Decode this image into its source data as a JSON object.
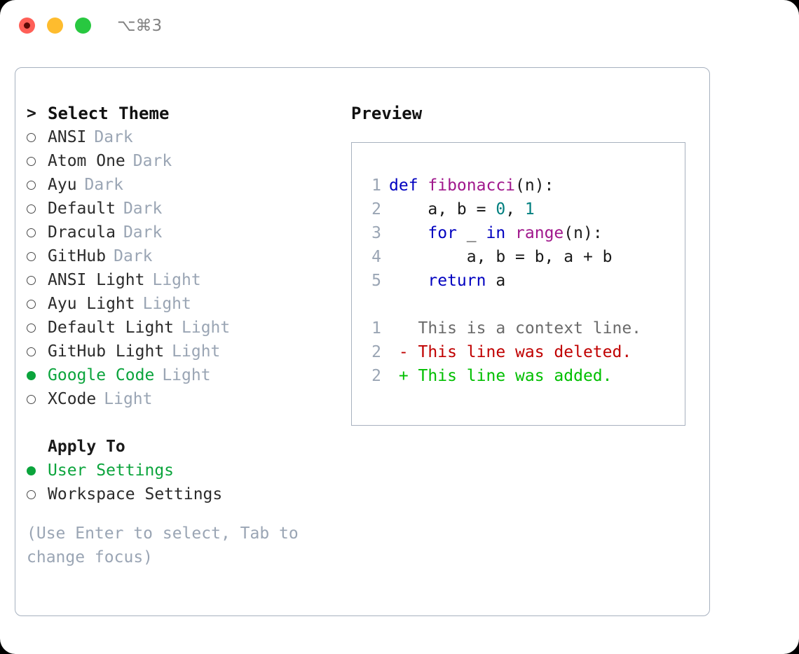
{
  "titlebar": {
    "shortcut": "⌥⌘3",
    "buttons": [
      {
        "name": "close",
        "color": "#ff5f57"
      },
      {
        "name": "minimize",
        "color": "#febc2e"
      },
      {
        "name": "zoom",
        "color": "#28c840"
      }
    ]
  },
  "theme_picker": {
    "title": "Select Theme",
    "prompt_marker": ">",
    "selected_color": "#0ba43c",
    "variant_color": "#9aa5b4",
    "items": [
      {
        "name": "ANSI",
        "variant": "Dark",
        "selected": false
      },
      {
        "name": "Atom One",
        "variant": "Dark",
        "selected": false
      },
      {
        "name": "Ayu",
        "variant": "Dark",
        "selected": false
      },
      {
        "name": "Default",
        "variant": "Dark",
        "selected": false
      },
      {
        "name": "Dracula",
        "variant": "Dark",
        "selected": false
      },
      {
        "name": "GitHub",
        "variant": "Dark",
        "selected": false
      },
      {
        "name": "ANSI Light",
        "variant": "Light",
        "selected": false
      },
      {
        "name": "Ayu Light",
        "variant": "Light",
        "selected": false
      },
      {
        "name": "Default Light",
        "variant": "Light",
        "selected": false
      },
      {
        "name": "GitHub Light",
        "variant": "Light",
        "selected": false
      },
      {
        "name": "Google Code",
        "variant": "Light",
        "selected": true
      },
      {
        "name": "XCode",
        "variant": "Light",
        "selected": false
      }
    ]
  },
  "apply_to": {
    "title": "Apply To",
    "options": [
      {
        "label": "User Settings",
        "selected": true
      },
      {
        "label": "Workspace Settings",
        "selected": false
      }
    ]
  },
  "hint": "(Use Enter to select, Tab to change focus)",
  "preview": {
    "title": "Preview",
    "code_lines": [
      {
        "n": "1",
        "tokens": [
          {
            "t": "def ",
            "c": "kw"
          },
          {
            "t": "fibonacci",
            "c": "fn"
          },
          {
            "t": "(n):",
            "c": "plain"
          }
        ]
      },
      {
        "n": "2",
        "tokens": [
          {
            "t": "    a, b = ",
            "c": "plain"
          },
          {
            "t": "0",
            "c": "num"
          },
          {
            "t": ", ",
            "c": "plain"
          },
          {
            "t": "1",
            "c": "num"
          }
        ]
      },
      {
        "n": "3",
        "tokens": [
          {
            "t": "    ",
            "c": "plain"
          },
          {
            "t": "for",
            "c": "kw"
          },
          {
            "t": " _ ",
            "c": "plain"
          },
          {
            "t": "in",
            "c": "kw"
          },
          {
            "t": " ",
            "c": "plain"
          },
          {
            "t": "range",
            "c": "fn"
          },
          {
            "t": "(n):",
            "c": "plain"
          }
        ]
      },
      {
        "n": "4",
        "tokens": [
          {
            "t": "        a, b = b, a + b",
            "c": "plain"
          }
        ]
      },
      {
        "n": "5",
        "tokens": [
          {
            "t": "    ",
            "c": "plain"
          },
          {
            "t": "return",
            "c": "kw"
          },
          {
            "t": " a",
            "c": "plain"
          }
        ]
      }
    ],
    "diff_lines": [
      {
        "n": "1",
        "marker": " ",
        "text": "This is a context line.",
        "kind": "ctx"
      },
      {
        "n": "2",
        "marker": "-",
        "text": "This line was deleted.",
        "kind": "del"
      },
      {
        "n": "2",
        "marker": "+",
        "text": "This line was added.",
        "kind": "add"
      }
    ],
    "syntax_colors": {
      "keyword": "#0000c0",
      "function": "#a0178c",
      "number": "#007f7f",
      "plain": "#1a1a1a",
      "gutter": "#9aa5b4",
      "diff_context": "#6b6b6b",
      "diff_deleted": "#c00000",
      "diff_added": "#00bf00"
    }
  }
}
